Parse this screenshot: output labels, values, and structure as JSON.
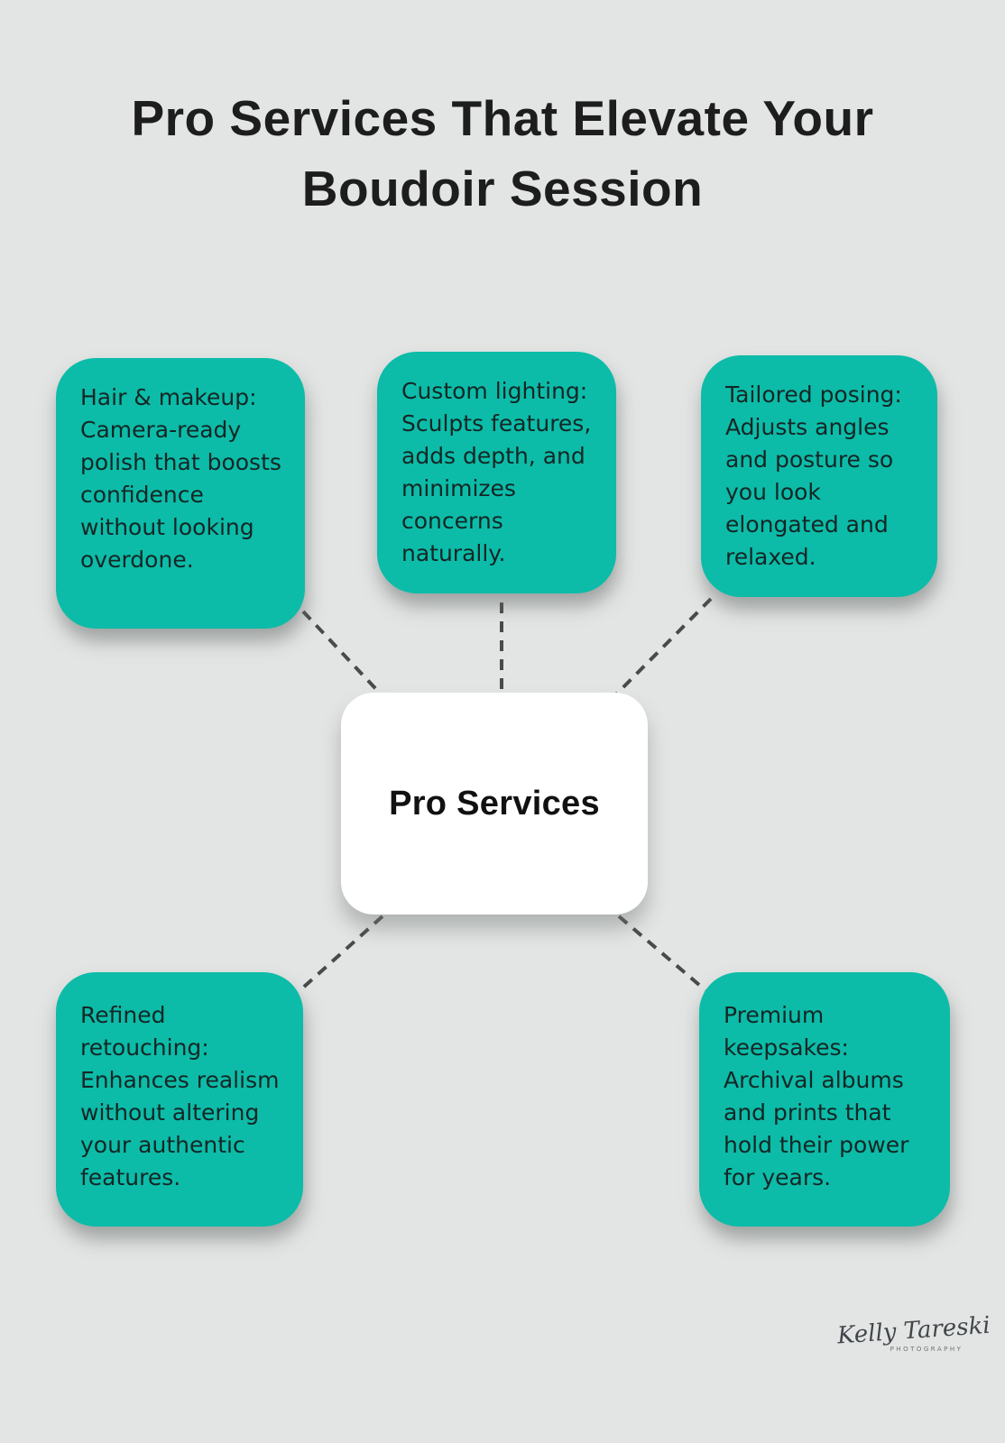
{
  "page": {
    "title_line1": "Pro Services That Elevate Your",
    "title_line2": "Boudoir Session",
    "background_color": "#e3e5e4"
  },
  "center_node": {
    "label": "Pro Services",
    "background_color": "#ffffff"
  },
  "nodes": [
    {
      "id": "hair-makeup",
      "position": "top-left",
      "text": "Hair & makeup: Camera-ready polish that boosts confidence without looking overdone."
    },
    {
      "id": "custom-lighting",
      "position": "top-center",
      "text": "Custom lighting: Sculpts features, adds depth, and minimizes concerns naturally."
    },
    {
      "id": "tailored-posing",
      "position": "top-right",
      "text": "Tailored posing: Adjusts angles and posture so you look elongated and relaxed."
    },
    {
      "id": "refined-retouching",
      "position": "bottom-left",
      "text": "Refined retouching: Enhances realism without altering your authentic features."
    },
    {
      "id": "premium-keepsakes",
      "position": "bottom-right",
      "text": "Premium keepsakes: Archival albums and prints that hold their power for years."
    }
  ],
  "colors": {
    "node_background": "#0cbca8",
    "node_text": "#142625",
    "connector_line": "#4a4a4a",
    "title_text": "#1d1d1d"
  },
  "signature": {
    "name": "Kelly Tareski",
    "subtitle": "PHOTOGRAPHY"
  }
}
